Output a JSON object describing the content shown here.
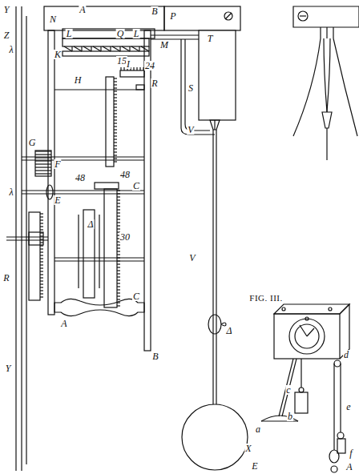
{
  "diagram": {
    "labels": [
      "Y",
      "A",
      "B",
      "N",
      "P",
      "Q",
      "L",
      "L",
      "M",
      "T",
      "Z",
      "λ",
      "K",
      "15",
      "I",
      "24",
      "H",
      "R",
      "S",
      "V",
      "G",
      "F",
      "48",
      "48",
      "E",
      "λ",
      "C",
      "Δ",
      "30",
      "R",
      "C",
      "A",
      "B",
      "V",
      "Δ",
      "X",
      "Y",
      "FIG. III.",
      "a",
      "b",
      "c",
      "d",
      "e",
      "f",
      "E",
      "A"
    ]
  }
}
